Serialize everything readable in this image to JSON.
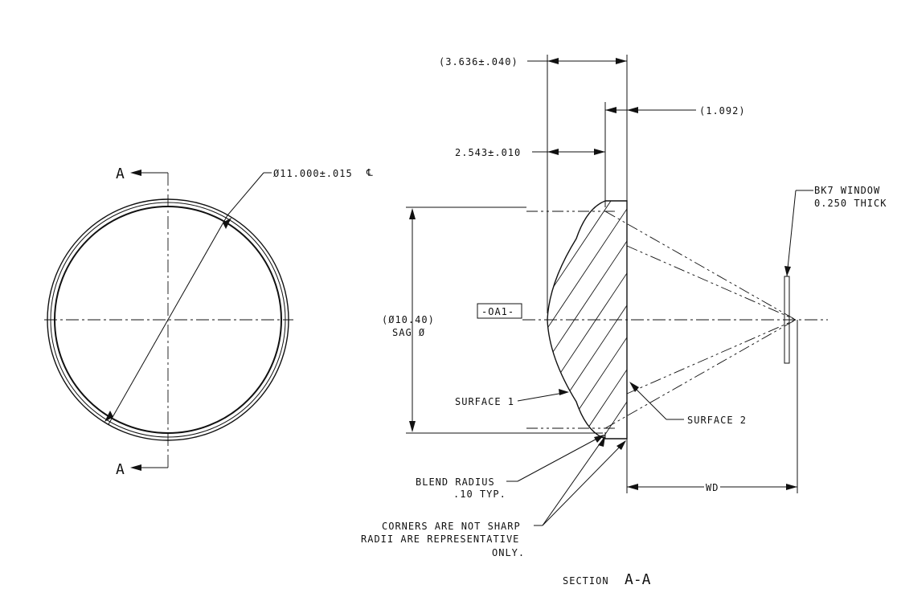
{
  "front_view": {
    "diameter_callout": "Ø11.000±.015",
    "centerline_symbol": "℄",
    "section_marker_top": "A",
    "section_marker_bottom": "A"
  },
  "section_view": {
    "title_word": "SECTION",
    "title_id": "A-A",
    "dim_overall_thickness": "(3.636±.040)",
    "dim_edge_thickness": "(1.092)",
    "dim_center_offset": "2.543±.010",
    "dim_sag_diameter_line1": "(Ø10.40)",
    "dim_sag_diameter_line2": "SAG Ø",
    "datum_label": "-OA1-",
    "surface_1_label": "SURFACE 1",
    "surface_2_label": "SURFACE 2",
    "window_label_line1": "BK7 WINDOW",
    "window_label_line2": "0.250 THICK",
    "blend_radius_line1": "BLEND  RADIUS",
    "blend_radius_line2": ".10 TYP.",
    "corners_note_line1": "CORNERS ARE NOT SHARP",
    "corners_note_line2": "RADII ARE REPRESENTATIVE",
    "corners_note_line3": "ONLY.",
    "working_distance_label": "WD"
  }
}
